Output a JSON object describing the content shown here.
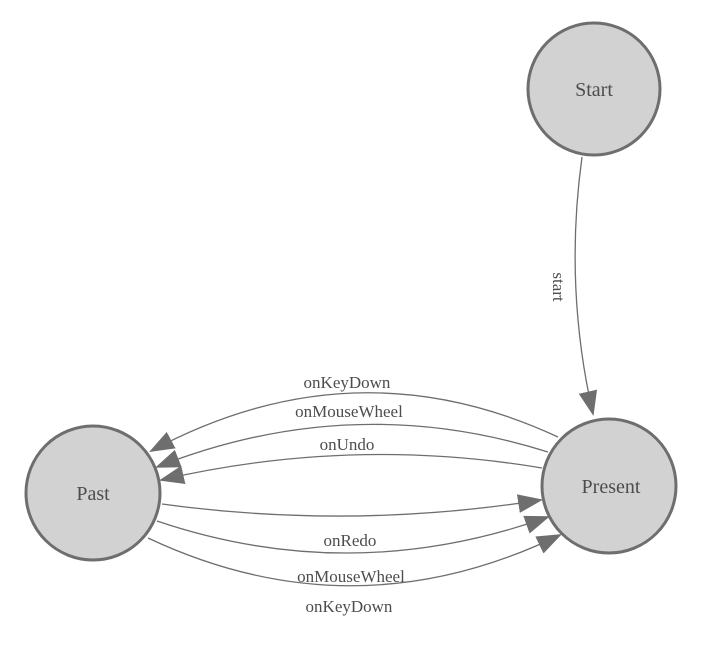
{
  "diagram": {
    "type": "finite-state-machine",
    "nodes": [
      {
        "id": "start",
        "label": "Start"
      },
      {
        "id": "past",
        "label": "Past"
      },
      {
        "id": "present",
        "label": "Present"
      }
    ],
    "edges": [
      {
        "id": "start-transition",
        "from": "start",
        "to": "present",
        "label": "start"
      },
      {
        "id": "undo-keydown",
        "from": "present",
        "to": "past",
        "label": "onKeyDown"
      },
      {
        "id": "undo-mousewheel",
        "from": "present",
        "to": "past",
        "label": "onMouseWheel"
      },
      {
        "id": "undo",
        "from": "present",
        "to": "past",
        "label": "onUndo"
      },
      {
        "id": "redo",
        "from": "past",
        "to": "present",
        "label": "onRedo"
      },
      {
        "id": "redo-mousewheel",
        "from": "past",
        "to": "present",
        "label": "onMouseWheel"
      },
      {
        "id": "redo-keydown",
        "from": "past",
        "to": "present",
        "label": "onKeyDown"
      }
    ],
    "colors": {
      "background": "#ffffff",
      "node_fill": "#d2d2d2",
      "node_stroke": "#6e6e6e",
      "edge_stroke": "#6e6e6e",
      "arrowhead": "#6e6e6e",
      "text": "#4d4d4d"
    }
  }
}
